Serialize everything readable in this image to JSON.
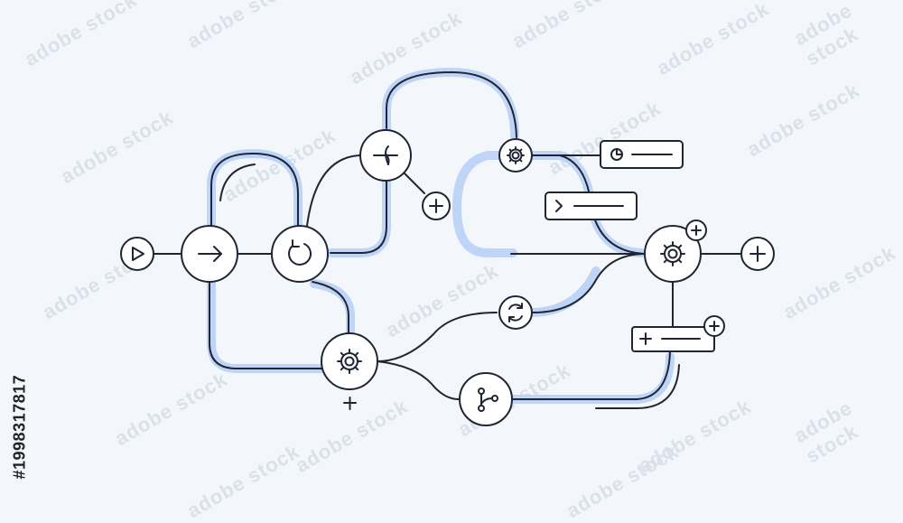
{
  "watermark": {
    "text": "adobe stock",
    "id": "#1998317817"
  },
  "colors": {
    "background": "#f3f7fb",
    "line": "#1f2533",
    "highlight": "#bfd5f7",
    "node_fill": "#ffffff"
  },
  "nodes": [
    {
      "name": "start-node",
      "icon": "play-icon"
    },
    {
      "name": "arrow-node",
      "icon": "arrow-right-icon"
    },
    {
      "name": "undo-node",
      "icon": "rotate-ccw-icon"
    },
    {
      "name": "split-node",
      "icon": "split-icon"
    },
    {
      "name": "add-node-top",
      "icon": "plus-icon"
    },
    {
      "name": "gear-node-top",
      "icon": "gear-icon"
    },
    {
      "name": "gear-node-main",
      "icon": "gear-icon"
    },
    {
      "name": "add-node-end",
      "icon": "plus-icon"
    },
    {
      "name": "sync-node",
      "icon": "refresh-icon"
    },
    {
      "name": "gear-node-bottom",
      "icon": "gear-icon"
    },
    {
      "name": "branch-node",
      "icon": "git-branch-icon"
    }
  ],
  "panels": [
    {
      "name": "schedule-panel",
      "icon": "pie-clock-icon"
    },
    {
      "name": "terminal-panel",
      "icon": "chevron-right-icon"
    },
    {
      "name": "add-panel",
      "icon": "plus-icon"
    }
  ]
}
